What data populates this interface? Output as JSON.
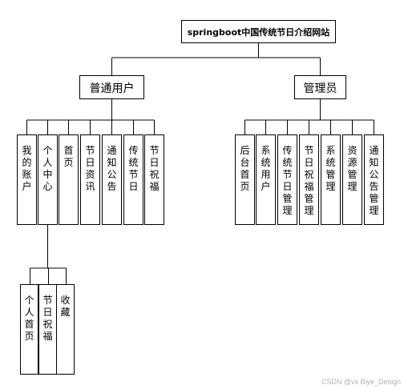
{
  "root": {
    "label": "springboot中国传统节日介绍网站"
  },
  "branches": [
    {
      "label": "普通用户",
      "children": [
        "我的账户",
        "个人中心",
        "首页",
        "节日资讯",
        "通知公告",
        "传统节日",
        "节日祝福"
      ],
      "sub": {
        "parent_index": 1,
        "children": [
          "个人首页",
          "节日祝福",
          "收藏"
        ]
      }
    },
    {
      "label": "管理员",
      "children": [
        "后台首页",
        "系统用户",
        "传统节日管理",
        "节日祝福管理",
        "系统管理",
        "资源管理",
        "通知公告管理"
      ]
    }
  ],
  "watermark": "CSDN @vx Biye_Design"
}
